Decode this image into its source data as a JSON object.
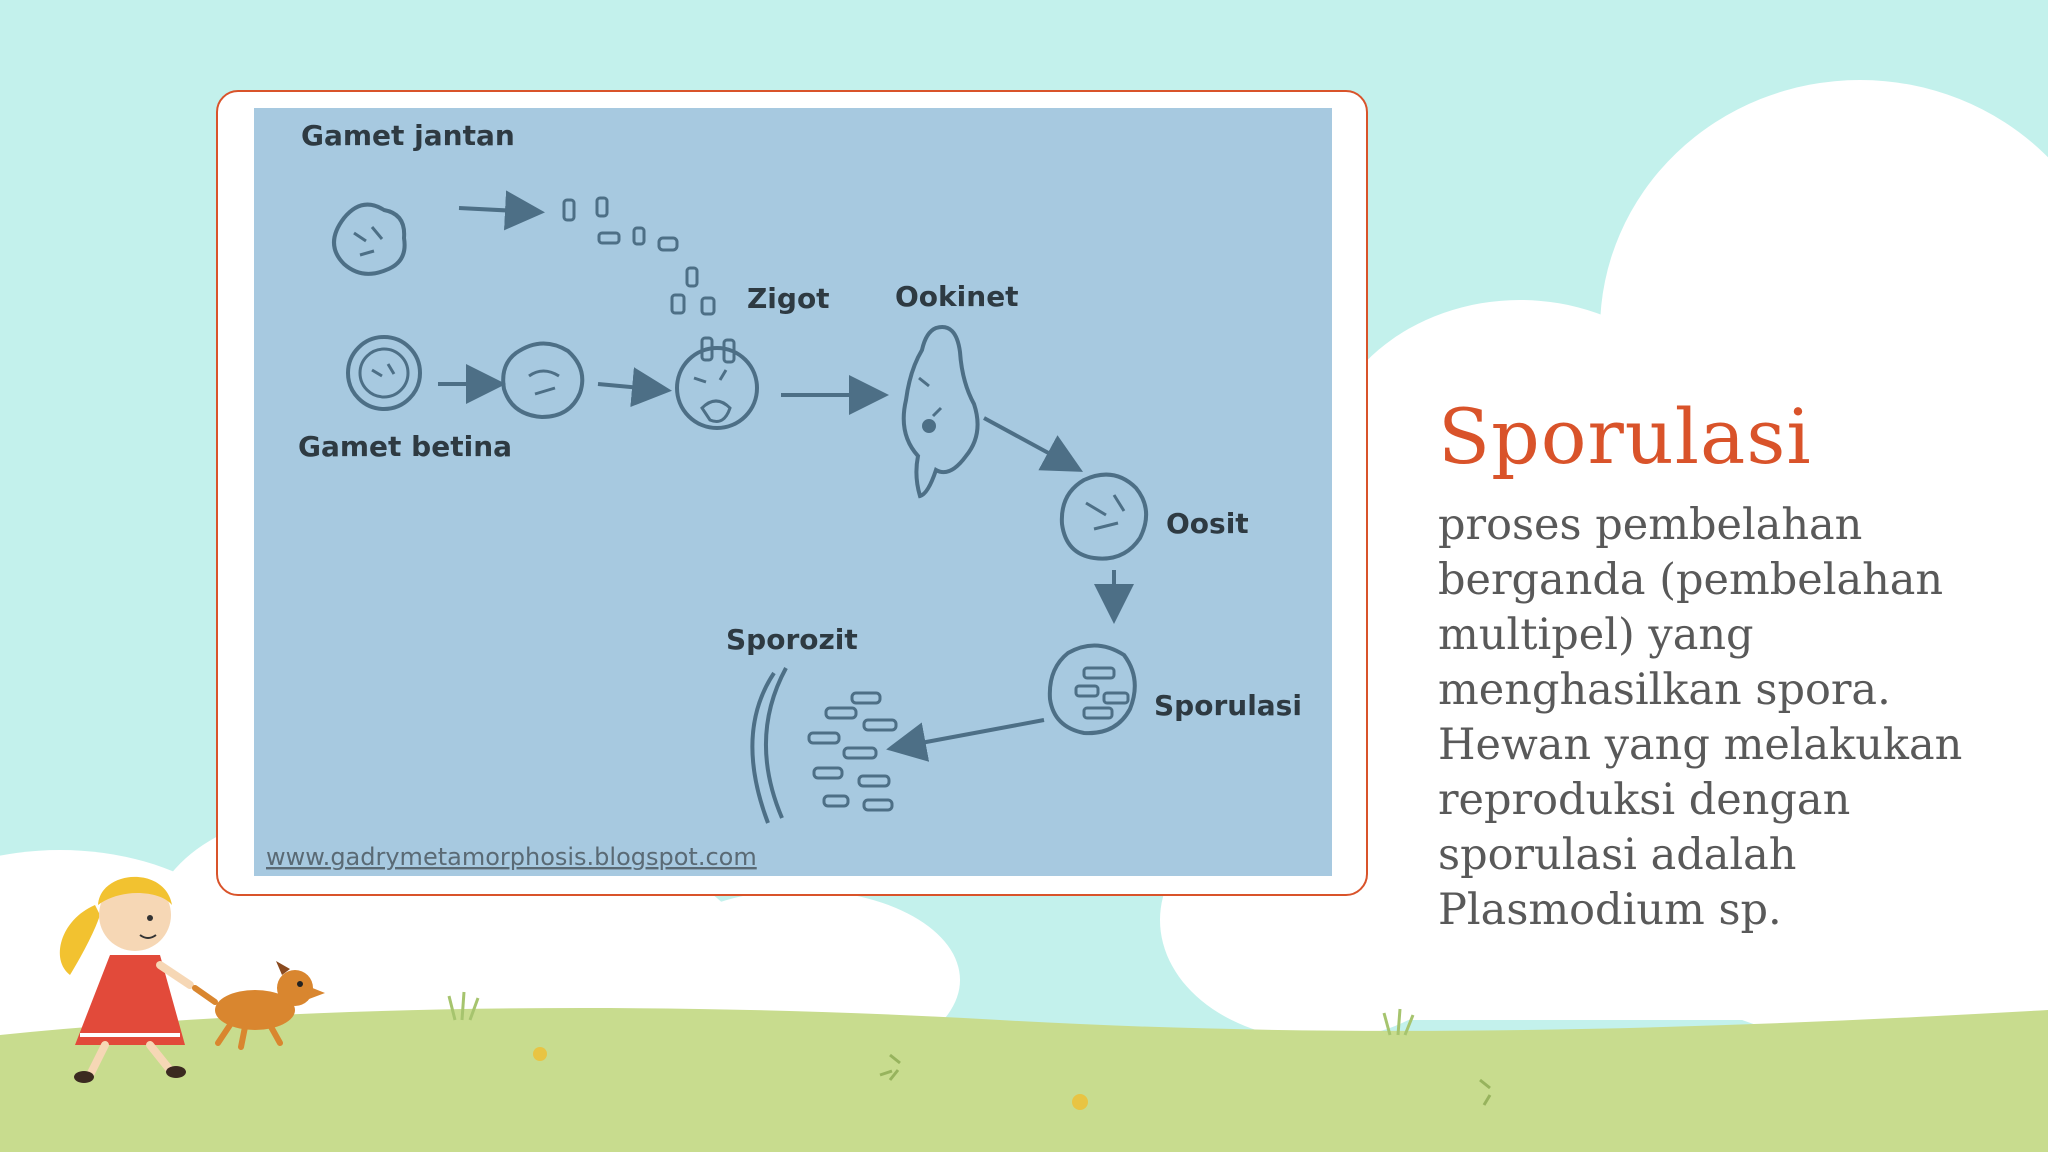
{
  "slide": {
    "title": "Sporulasi",
    "body": "proses pembelahan berganda (pembelahan multipel) yang menghasilkan spora. Hewan yang melakukan reproduksi dengan sporulasi adalah Plasmodium sp."
  },
  "diagram": {
    "labels": {
      "gamet_jantan": "Gamet jantan",
      "gamet_betina": "Gamet betina",
      "zigot": "Zigot",
      "ookinet": "Ookinet",
      "oosit": "Oosit",
      "sporulasi": "Sporulasi",
      "sporozit": "Sporozit"
    },
    "credit": "www.gadrymetamorphosis.blogspot.com"
  },
  "colors": {
    "sky": "#c3f1ec",
    "cloud": "#ffffff",
    "grass": "#c8dc8e",
    "accent": "#d9532a",
    "diagram_bg": "#a7c9e0",
    "diagram_ink": "#4d6f86",
    "body_text": "#595959"
  }
}
